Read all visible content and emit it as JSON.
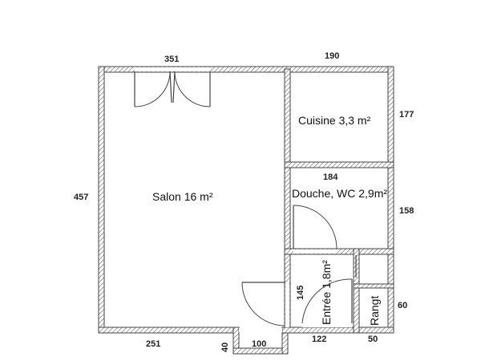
{
  "rooms": {
    "salon": "Salon 16 m²",
    "cuisine": "Cuisine 3,3 m²",
    "douche_wc": "Douche, WC 2,9m²",
    "entree": "Entrée 1,8m²",
    "rangement": "Rangt"
  },
  "dimensions": {
    "top_salon_width": "351",
    "top_cuisine_width": "190",
    "right_cuisine_height": "177",
    "left_total_height": "457",
    "shower_width": "184",
    "right_shower_height": "158",
    "entry_height": "145",
    "right_storage_height": "60",
    "bottom_salon_width": "251",
    "bottom_recess_depth": "40",
    "bottom_door_width": "100",
    "bottom_entry_width": "122",
    "bottom_storage_width": "50"
  }
}
